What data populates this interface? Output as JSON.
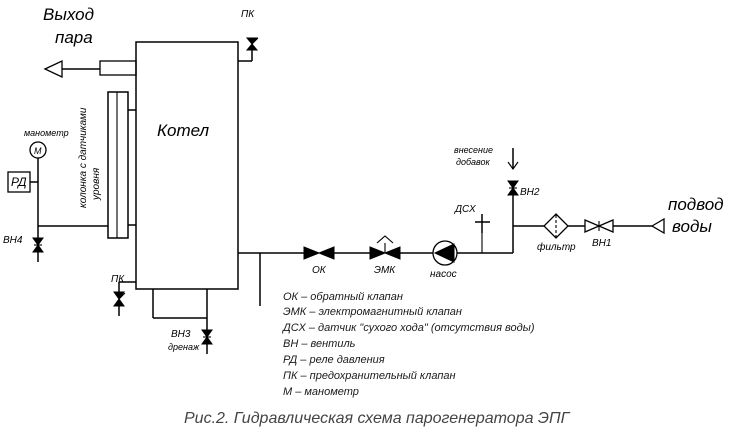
{
  "labels": {
    "steam_out": [
      "Выход",
      "пара"
    ],
    "safety_valve_top": "ПК",
    "boiler": "Котел",
    "manometer": "манометр",
    "manometer_symbol": "М",
    "pressure_relay": "РД",
    "level_column": [
      "колонка с датчиками",
      "уровня"
    ],
    "valve_bh4": "ВН4",
    "safety_valve_bottom": "ПК",
    "valve_bh3": "ВН3",
    "drain": "дренаж",
    "check_valve": "ОК",
    "solenoid_valve": "ЭМК",
    "pump": "насос",
    "dry_run_sensor": "ДСХ",
    "additives": [
      "внесение",
      "добавок"
    ],
    "valve_bh2": "ВН2",
    "filter": "фильтр",
    "valve_bh1": "ВН1",
    "water_in": [
      "подвод",
      "воды"
    ]
  },
  "legend": [
    "ОК – обратный клапан",
    "ЭМК – электромагнитный клапан",
    "ДСХ – датчик \"сухого хода\" (отсутствия воды)",
    "ВН – вентиль",
    "РД – реле давления",
    "ПК – предохранительный клапан",
    "М – манометр"
  ],
  "caption": "Рис.2. Гидравлическая схема парогенератора ЭПГ"
}
